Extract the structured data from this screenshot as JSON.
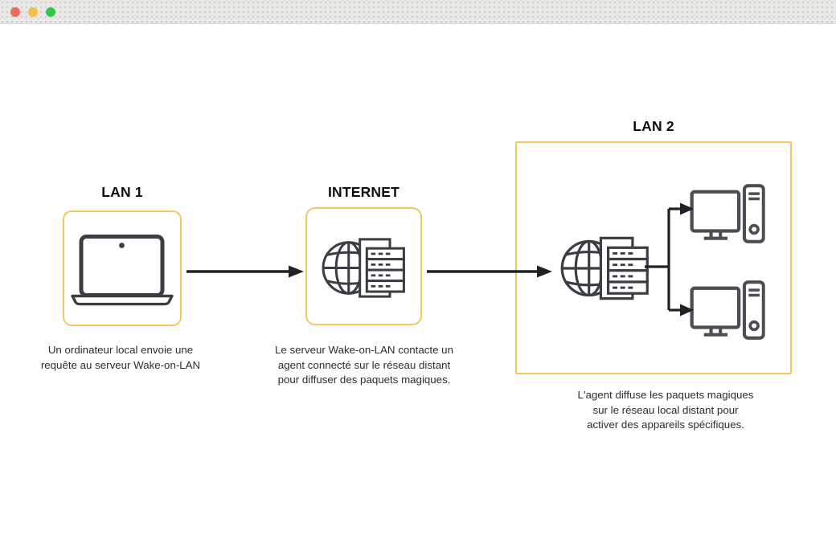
{
  "window": {
    "controls": [
      {
        "name": "close-button",
        "color": "#ED6A5E"
      },
      {
        "name": "minimize-button",
        "color": "#F4BE4D"
      },
      {
        "name": "maximize-button",
        "color": "#33C748"
      }
    ]
  },
  "diagram": {
    "nodes": {
      "lan1": {
        "title": "LAN 1",
        "icon": "laptop-icon",
        "caption": "Un ordinateur local envoie une\nrequête au serveur Wake-on-LAN"
      },
      "internet": {
        "title": "INTERNET",
        "icon": "globe-server-icon",
        "caption": "Le serveur Wake-on-LAN contacte un\nagent connecté sur le réseau distant\npour diffuser des paquets magiques."
      },
      "lan2": {
        "title": "LAN 2",
        "icon": "globe-server-icon",
        "devices": [
          "desktop-computer-icon",
          "desktop-computer-icon"
        ],
        "caption": "L'agent diffuse les paquets magiques\nsur le réseau local distant pour\nactiver des appareils spécifiques."
      }
    },
    "flow": [
      {
        "from": "lan1",
        "to": "internet"
      },
      {
        "from": "internet",
        "to": "lan2"
      },
      {
        "from": "lan2-agent",
        "to": "device-1"
      },
      {
        "from": "lan2-agent",
        "to": "device-2"
      }
    ],
    "colors": {
      "box_border": "#F4C65C",
      "icon_stroke": "#3B3E42",
      "device_stroke": "#4B4E52",
      "arrow": "#1E2126",
      "title_text": "#0C0D0F",
      "caption_text": "#2D2D2F",
      "titlebar_bg": "#E9E8E6"
    }
  }
}
